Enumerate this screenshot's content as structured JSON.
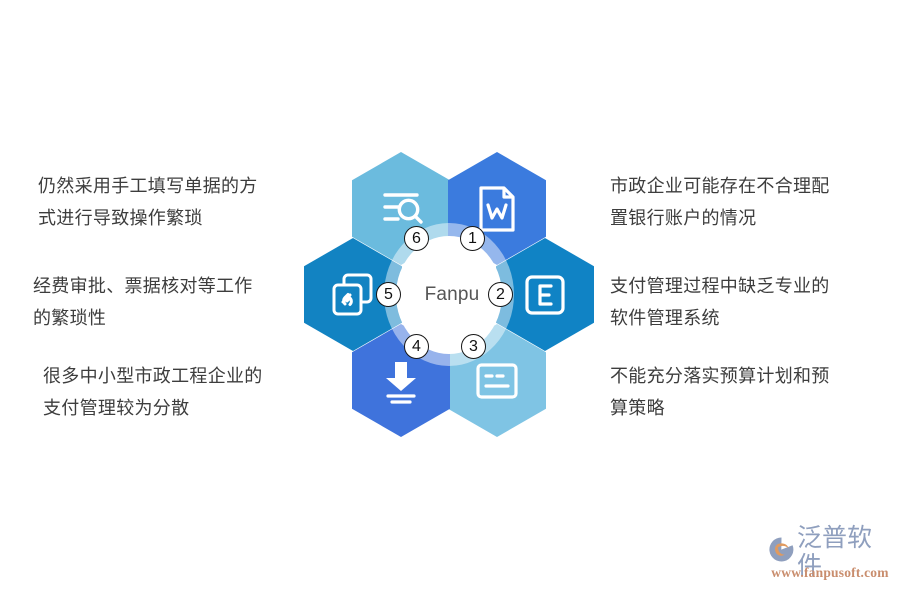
{
  "center": {
    "label": "Fanpu"
  },
  "hexagons": [
    {
      "number": "1",
      "position": "top-right",
      "color": "#3b7bde",
      "icon": "word-document-icon"
    },
    {
      "number": "2",
      "position": "right",
      "color": "#1083c5",
      "icon": "excel-document-icon"
    },
    {
      "number": "3",
      "position": "bottom-right",
      "color": "#7fc4e4",
      "icon": "form-card-icon"
    },
    {
      "number": "4",
      "position": "bottom-left",
      "color": "#3f73dc",
      "icon": "download-arrow-icon"
    },
    {
      "number": "5",
      "position": "left",
      "color": "#1283c2",
      "icon": "linked-pages-icon"
    },
    {
      "number": "6",
      "position": "top-left",
      "color": "#6bbbde",
      "icon": "document-search-icon"
    }
  ],
  "notes": {
    "left": [
      "仍然采用手工填写单据的方\n式进行导致操作繁琐",
      "经费审批、票据核对等工作\n的繁琐性",
      "很多中小型市政工程企业的\n支付管理较为分散"
    ],
    "right": [
      "市政企业可能存在不合理配\n置银行账户的情况",
      "支付管理过程中缺乏专业的\n软件管理系统",
      "不能充分落实预算计划和预\n算策略"
    ]
  },
  "logo": {
    "name": "泛普软件",
    "url": "www.fanpusoft.com",
    "mark_colors": {
      "ring": "#8f9fbe",
      "swoosh": "#e09a5f"
    },
    "name_color": "#8f9fbe",
    "url_color": "#c98d6d"
  }
}
